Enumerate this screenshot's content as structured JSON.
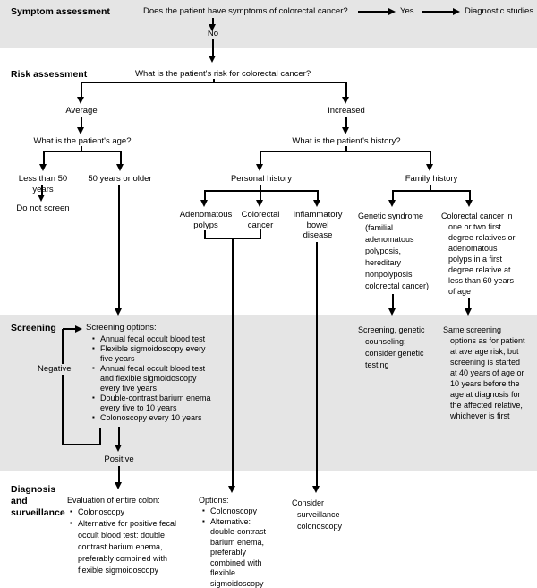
{
  "colors": {
    "band": "#e5e5e5",
    "line": "#000000"
  },
  "sections": {
    "symptom_label": "Symptom assessment",
    "risk_label": "Risk assessment",
    "screening_label": "Screening",
    "diagnosis_label": "Diagnosis\nand\nsurveillance"
  },
  "flow": {
    "q_symptoms": "Does the patient have symptoms of colorectal cancer?",
    "yes": "Yes",
    "diagnostic_studies": "Diagnostic studies",
    "no": "No",
    "q_risk": "What is the patient's risk for colorectal cancer?",
    "average": "Average",
    "increased": "Increased",
    "q_age": "What is the patient's age?",
    "q_history": "What is the patient's history?",
    "less_than_50": "Less than 50 years",
    "fifty_or_older": "50 years or older",
    "do_not_screen": "Do not screen",
    "personal_history": "Personal history",
    "family_history": "Family history",
    "adenomatous_polyps": "Adenomatous\npolyps",
    "colorectal_cancer": "Colorectal\ncancer",
    "inflammatory_bowel_disease": "Inflammatory\nbowel\ndisease",
    "genetic_syndrome": "Genetic syndrome\n(familial\nadenomatous\npolyposis,\nhereditary\nnonpolyposis\ncolorectal cancer)",
    "family_colorectal_cancer": "Colorectal cancer in\none or two first\ndegree relatives or\nadenomatous\npolyps in a first\ndegree relative at\nless than 60 years\nof age",
    "negative": "Negative",
    "positive": "Positive"
  },
  "screening": {
    "options_title": "Screening options:",
    "options": [
      "Annual fecal occult blood test",
      "Flexible sigmoidoscopy every\nfive years",
      "Annual fecal occult blood test\nand flexible sigmoidoscopy\nevery five years",
      "Double-contrast barium enema\nevery five to 10 years",
      "Colonoscopy every 10 years"
    ],
    "genetic_counseling": "Screening, genetic\ncounseling;\nconsider genetic\ntesting",
    "increased_risk_screening": "Same screening\noptions as for patient\nat average risk, but\nscreening is started\nat 40 years of age or\n10 years before the\nage at diagnosis for\nthe affected relative,\nwhichever is first"
  },
  "diagnosis": {
    "evaluation_title": "Evaluation of entire colon:",
    "evaluation_options": [
      "Colonoscopy",
      "Alternative for positive fecal\noccult blood test: double\ncontrast barium enema,\npreferably combined with\nflexible sigmoidoscopy"
    ],
    "options_title": "Options:",
    "options": [
      "Colonoscopy",
      "Alternative:\ndouble-contrast\nbarium enema,\npreferably\ncombined with\nflexible\nsigmoidoscopy"
    ],
    "consider_surveillance": "Consider\nsurveillance\ncolonoscopy"
  }
}
